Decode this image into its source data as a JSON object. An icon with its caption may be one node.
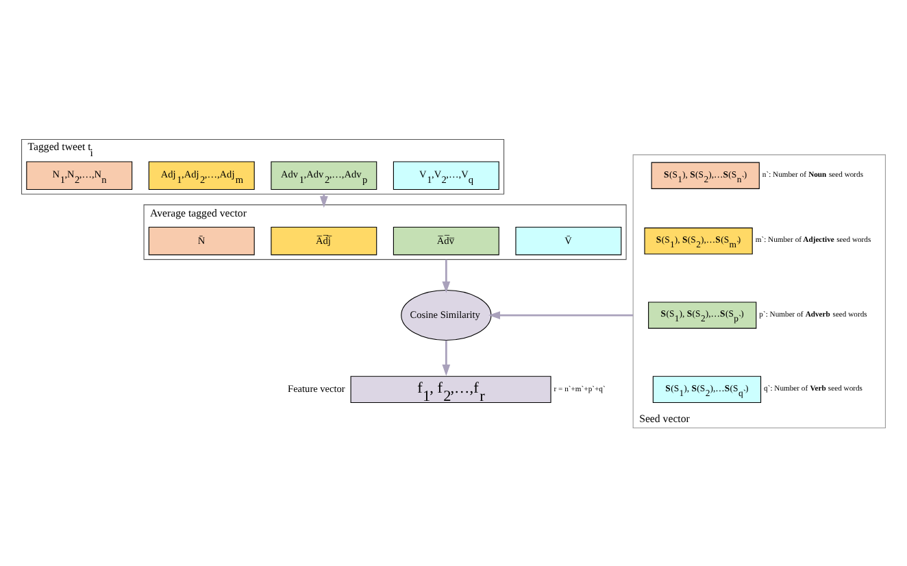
{
  "diagram": {
    "nodes": [
      {
        "text": [
          "Tagged tweet t$_{i}$"
        ]
      },
      {
        "text": [
          "N$_{1}$,N$_{2}$,…,N$_{n}$"
        ],
        "in": 0
      },
      {
        "text": [
          "Adj$_{1}$,Adj$_{2}$,…,Adj$_{m}$"
        ],
        "in": 0
      },
      {
        "text": [
          "Adv$_{1}$,Adv$_{2}$,…,Adv$_{p}$"
        ],
        "in": 0
      },
      {
        "text": [
          "V$_{1}$,V$_{2}$,…,V$_{q}$"
        ],
        "in": 0
      },
      {
        "text": [
          "Average tagged vector"
        ]
      },
      {
        "text": [
          "N̄"
        ],
        "in": 5
      },
      {
        "text": [
          "A̅d̅j̅"
        ],
        "in": 5
      },
      {
        "text": [
          "A̅d̅v̅"
        ],
        "in": 5
      },
      {
        "text": [
          "V̄"
        ],
        "in": 5
      },
      {
        "text": [
          "Cosine Similarity"
        ]
      },
      {
        "text": [
          "Seed vector"
        ]
      },
      {
        "text": [
          "**S**(S$_{1}$), **S**(S$_{2}$),…**S**(S$_{n`}$)"
        ],
        "in": 11,
        "beside": [
          "n`: Number of **Noun** seed words"
        ]
      },
      {
        "text": [
          "**S**(S$_{1}$), **S**(S$_{2}$),…**S**(S$_{m`}$)"
        ],
        "in": 11,
        "beside": [
          "m`: Number of **Adjective** seed words"
        ]
      },
      {
        "text": [
          "**S**(S$_{1}$), **S**(S$_{2}$),…**S**(S$_{p`}$)"
        ],
        "in": 11,
        "beside": [
          "p`: Number of **Adverb** seed words"
        ]
      },
      {
        "text": [
          "**S**(S$_{1}$), **S**(S$_{2}$),…**S**(S$_{q`}$)"
        ],
        "in": 11,
        "beside": [
          "q`: Number of **Verb** seed words"
        ]
      },
      {
        "text": [
          "Feature vector",
          "f$_{1}$, f$_{2}$,…,f$_{r}$"
        ],
        "beside": [
          "r = n`+m`+p`+q`"
        ]
      }
    ],
    "edges": [
      {
        "from": 0,
        "to": 5,
        "arrow": "to"
      },
      {
        "from": 5,
        "to": 10,
        "arrow": "to"
      },
      {
        "from": 11,
        "to": 10,
        "arrow": "to"
      },
      {
        "from": 10,
        "to": 16,
        "arrow": "to"
      }
    ]
  }
}
